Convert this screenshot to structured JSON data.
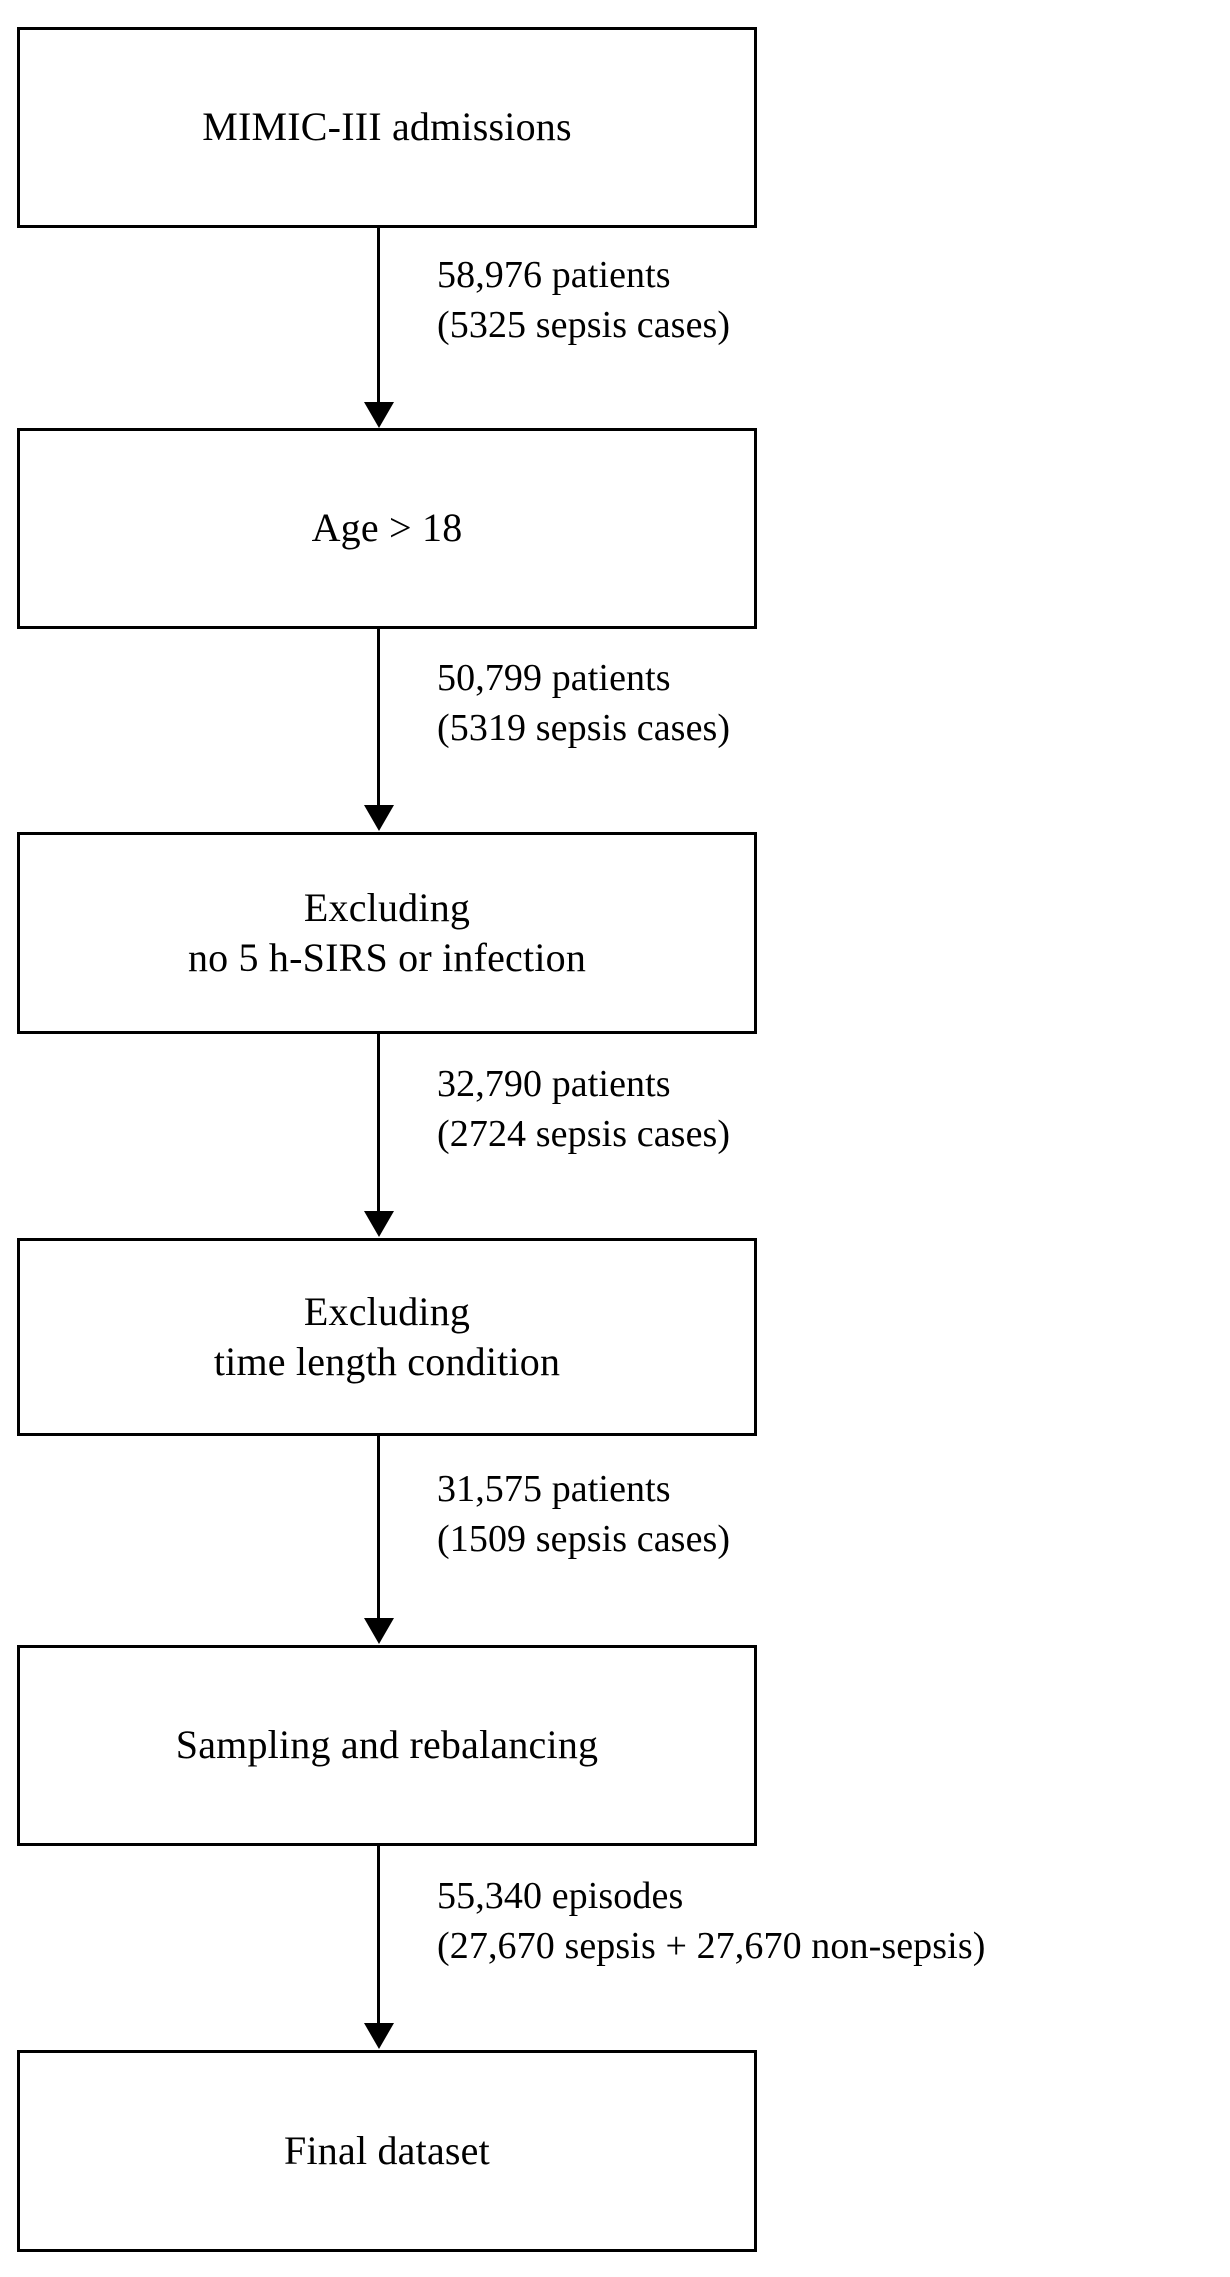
{
  "chart_data": {
    "type": "diagram",
    "diagram_kind": "flowchart",
    "orientation": "top-to-bottom",
    "title": "",
    "nodes": [
      {
        "id": "n1",
        "label": "MIMIC-III admissions"
      },
      {
        "id": "n2",
        "label": "Age > 18"
      },
      {
        "id": "n3",
        "label": "Excluding\nno 5 h-SIRS or infection"
      },
      {
        "id": "n4",
        "label": "Excluding\ntime  length condition"
      },
      {
        "id": "n5",
        "label": "Sampling and rebalancing"
      },
      {
        "id": "n6",
        "label": "Final dataset"
      }
    ],
    "edges": [
      {
        "id": "e1",
        "from": "n1",
        "to": "n2",
        "label": "58,976 patients\n(5325 sepsis cases)",
        "count": 58976,
        "count_text": "58,976 patients",
        "detail_text": "(5325 sepsis cases)",
        "sepsis_cases": 5325,
        "unit": "patients"
      },
      {
        "id": "e2",
        "from": "n2",
        "to": "n3",
        "label": "50,799 patients\n(5319 sepsis cases)",
        "count": 50799,
        "count_text": "50,799 patients",
        "detail_text": "(5319 sepsis cases)",
        "sepsis_cases": 5319,
        "unit": "patients"
      },
      {
        "id": "e3",
        "from": "n3",
        "to": "n4",
        "label": "32,790 patients\n(2724 sepsis cases)",
        "count": 32790,
        "count_text": "32,790 patients",
        "detail_text": "(2724 sepsis cases)",
        "sepsis_cases": 2724,
        "unit": "patients"
      },
      {
        "id": "e4",
        "from": "n4",
        "to": "n5",
        "label": "31,575 patients\n(1509 sepsis cases)",
        "count": 31575,
        "count_text": "31,575 patients",
        "detail_text": "(1509 sepsis cases)",
        "sepsis_cases": 1509,
        "unit": "patients"
      },
      {
        "id": "e5",
        "from": "n5",
        "to": "n6",
        "label": "55,340 episodes\n(27,670 sepsis + 27,670 non-sepsis)",
        "count": 55340,
        "count_text": "55,340 episodes",
        "detail_text": "(27,670 sepsis + 27,670 non-sepsis)",
        "sepsis_episodes": 27670,
        "non_sepsis_episodes": 27670,
        "unit": "episodes"
      }
    ],
    "colors": {
      "background": "#ffffff",
      "box_border": "#000000",
      "box_fill": "#ffffff",
      "text": "#000000",
      "connector": "#000000"
    }
  },
  "flow": {
    "boxes": [
      {
        "label": "MIMIC-III admissions"
      },
      {
        "label": "Age > 18"
      },
      {
        "label": "Excluding\nno 5 h-SIRS or infection"
      },
      {
        "label": "Excluding\ntime  length condition"
      },
      {
        "label": "Sampling and rebalancing"
      },
      {
        "label": "Final dataset"
      }
    ],
    "connectors": [
      {
        "label": "58,976 patients\n(5325 sepsis cases)"
      },
      {
        "label": "50,799 patients\n(5319 sepsis cases)"
      },
      {
        "label": "32,790 patients\n(2724 sepsis cases)"
      },
      {
        "label": "31,575 patients\n(1509 sepsis cases)"
      },
      {
        "label": "55,340 episodes\n(27,670 sepsis + 27,670 non-sepsis)"
      }
    ]
  }
}
